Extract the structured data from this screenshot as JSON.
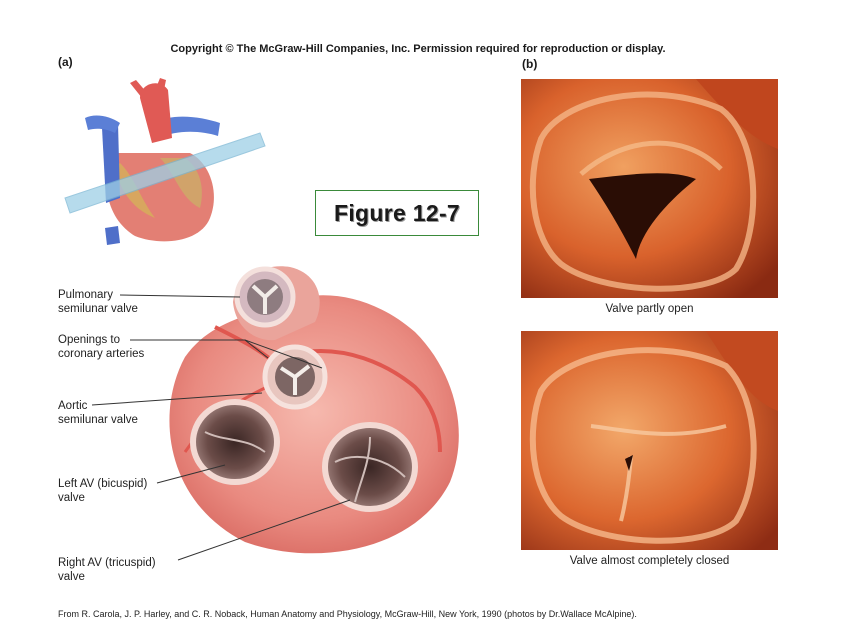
{
  "header": {
    "copyright": "Copyright © The McGraw-Hill Companies, Inc. Permission required for reproduction or display."
  },
  "panels": {
    "a_label": "(a)",
    "b_label": "(b)"
  },
  "figure_title": "Figure 12-7",
  "labels": {
    "pulmonary": [
      "Pulmonary",
      "semilunar valve"
    ],
    "coronary": [
      "Openings to",
      "coronary arteries"
    ],
    "aortic": [
      "Aortic",
      "semilunar valve"
    ],
    "left_av": [
      "Left AV (bicuspid)",
      "valve"
    ],
    "right_av": [
      "Right AV (tricuspid)",
      "valve"
    ]
  },
  "photo_captions": {
    "top": "Valve partly open",
    "bottom": "Valve almost completely closed"
  },
  "credit": "From R. Carola, J. P. Harley, and C. R. Noback, Human Anatomy and Physiology, McGraw-Hill, New York, 1990 (photos by Dr.Wallace McAlpine).",
  "colors": {
    "heart_flesh": "#e98a80",
    "valve_ring": "#f2cfc8",
    "photo_tissue": "#d9622c",
    "figure_box_border": "#3a8a3a"
  }
}
